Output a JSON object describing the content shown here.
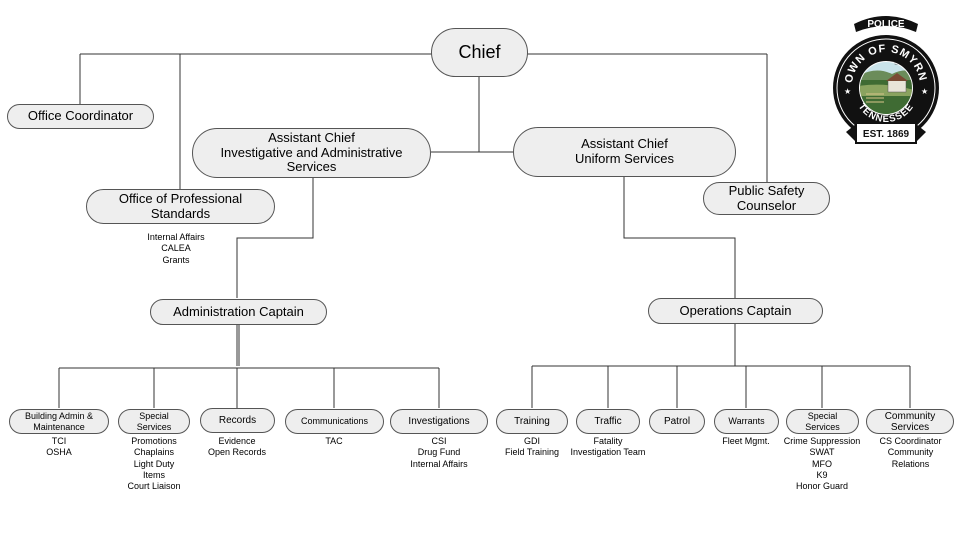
{
  "chief": "Chief",
  "office_coordinator": "Office Coordinator",
  "asst_chief_investigative": "Assistant Chief\nInvestigative and Administrative\nServices",
  "asst_chief_uniform": "Assistant Chief\nUniform Services",
  "office_professional_standards": "Office of Professional\nStandards",
  "public_safety_counselor": "Public Safety\nCounselor",
  "ops_items": "Internal Affairs\nCALEA\nGrants",
  "administration_captain": "Administration Captain",
  "operations_captain": "Operations Captain",
  "admin_units": [
    {
      "label": "Building Admin &\nMaintenance",
      "items": "TCI\nOSHA"
    },
    {
      "label": "Special\nServices",
      "items": "Promotions\nChaplains\nLight Duty\nItems\nCourt Liaison"
    },
    {
      "label": "Records",
      "items": "Evidence\nOpen Records"
    },
    {
      "label": "Communications",
      "items": "TAC"
    },
    {
      "label": "Investigations",
      "items": "CSI\nDrug Fund\nInternal Affairs"
    }
  ],
  "ops_units": [
    {
      "label": "Training",
      "items": "GDI\nField Training"
    },
    {
      "label": "Traffic",
      "items": "Fatality\nInvestigation Team"
    },
    {
      "label": "Patrol",
      "items": ""
    },
    {
      "label": "Warrants",
      "items": "Fleet Mgmt."
    },
    {
      "label": "Special\nServices",
      "items": "Crime Suppression\nSWAT\nMFO\nK9\nHonor Guard"
    },
    {
      "label": "Community\nServices",
      "items": "CS Coordinator\nCommunity\nRelations"
    }
  ],
  "logo": {
    "top_text": "POLICE",
    "arc_text": "TOWN OF SMYRNA",
    "bottom_arc_text": "TENNESSEE",
    "banner": "EST. 1869"
  }
}
